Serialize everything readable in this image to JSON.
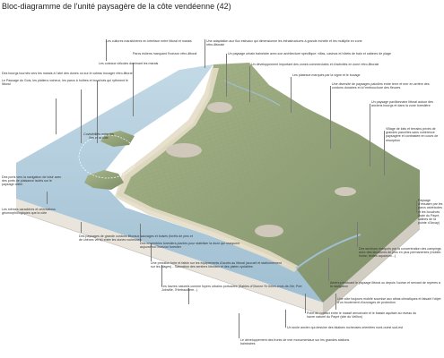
{
  "title": "Bloc-diagramme de l’unité paysagère de la côte vendéenne (42)",
  "colors": {
    "sea": "#c3d9e6",
    "sea_deep": "#9fbfd2",
    "land": "#a9b78a",
    "land_dark": "#7d8e68",
    "urban": "#cfc8bb",
    "dune": "#e4ddc7",
    "block_side": "#e9e5dd",
    "block_side_dark": "#d2cdc3",
    "leader": "#7a7a7a"
  },
  "annotations": {
    "a01": "Les cultures maraîchères en interface entre littoral et marais",
    "a02": "Une adaptation aux flux estivaux qui dimensionne les infrastructures à grande échelle et les multiplie en zone rétro-littorale",
    "a03": "Parcs éoliens marquant l’horizon rétro-littoral",
    "a04": "Un paysage urbain balnéaire avec son architecture spécifique: villas, casinos et hôtels de bain et cabines de plage",
    "a05": "Les coteaux viticoles dominant les marais",
    "a06": "Un développement important des zones commerciales et d’activités en zone rétro-littorale",
    "a07": "Des bourgs tournés vers les marais à l’abri des dunes ou sur le coteau bocager rétro-littoral",
    "a08": "Les plateaux marqués par la vigne et le bocage",
    "a09": "Le Passage du Gois, les platiers rocheux, les parcs à huîtres et bouchots qui rythment le littoral",
    "a10": "Une diversité de paysages paludins entre terre et mer en arrière des cordons dunaires et à l’embouchure des fleuves",
    "a11": "Un paysage pavillonnaire littoral autour des anciens bourgs et dans la zone forestière",
    "a12": "Village de lotis et terrains privés de grandes parcelles sans cohérence paysagère et contrastée en cours de résorption",
    "a13": "Covisibilités entre les îles et la côte",
    "a14": "Des ports vers la navigation de loisir avec des ports de plaisance isolés sur le paysage côtier",
    "a15": "Les mêmes caractères et orientations géomorphologiques que la côte",
    "a16": "Des paysages de grande cordons littoraux sauvages et boisés (forêts de pins et de chênes verts) entre les dunes rocheuses",
    "a17": "Des ensembles forestiers plantés pour stabiliser la dune qui marquent aujourd’hui l’horizon forestier",
    "a18": "Une pression forte et faible sur les équipements d’accès au littoral (accueil et stationnement sur les plages) - Saturation des sentiers littoraux et des pistes cyclables",
    "a19": "Les havres naturels comme foyers urbains portuaires (Sables d’Olonne St Gilles-croix-de-Vie, Port Joinville, l’Herbaudière...)",
    "a20": "Paysage d’estuaire par les parcs ostréicoles et les bouchots (baie du Payré, salines de la pointe d’Arcay)",
    "a21": "Des secteurs marqués par la concentration des campings avec des structures de plus en plus permanentes (mobile-home, tentes aquarium...)",
    "a22": "Amers ponctuant le paysage littoral ou depuis l’océan et servant de repères à la navigation",
    "a23": "Une côte toujours mobile soumise aux aléas climatiques et faisant l’objet d’un boulement d’ouvrages de protection",
    "a24": "Point de contact entre le massif armoricain et le bassin aquitain au niveau du havre naturel du Payré (site du Veillon)",
    "a25": "Un socle ancien qui dessine des falaises rocheuses orientées nord-ouest sud-est",
    "a26": "Le développement des fronts de mer monumentaux sur les grandes stations balnéaires"
  }
}
